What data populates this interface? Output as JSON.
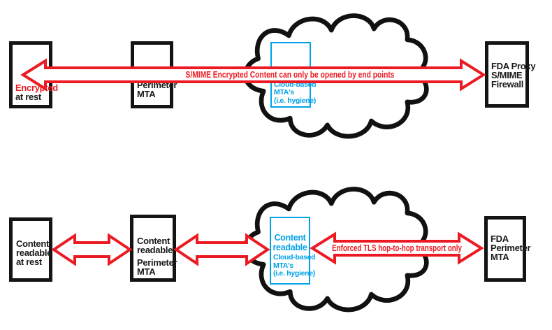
{
  "colors": {
    "arrow_red": "#EC1B23",
    "cloud_mta_cyan": "#00A2E8",
    "box_black": "#141414"
  },
  "top_row": {
    "endpoint_box": {
      "encrypted": "Encrypted",
      "at_rest": "at rest"
    },
    "perimeter_box": {
      "lines": [
        "Perimeter",
        "MTA"
      ]
    },
    "cloud_box": {
      "lines": [
        "Cloud-based",
        "MTA's",
        "(i.e. hygiene)"
      ]
    },
    "fda_box": {
      "lines": [
        "FDA Proxy",
        "S/MIME",
        "Firewall"
      ]
    },
    "arrow_label": "S/MIME Encrypted Content can only be opened by end points"
  },
  "bottom_row": {
    "endpoint_box": {
      "lines": [
        "Content",
        "readable",
        "at rest"
      ]
    },
    "perimeter_box": {
      "lines": [
        "Content",
        "readable",
        "Perimeter",
        "MTA"
      ]
    },
    "cloud_box": {
      "readable_lines": [
        "Content",
        "readable"
      ],
      "lines": [
        "Cloud-based",
        "MTA's",
        "(i.e. hygiene)"
      ]
    },
    "fda_box": {
      "lines": [
        "FDA",
        "Perimeter",
        "MTA"
      ]
    },
    "arrow_label": "Enforced TLS hop-to-hop transport only"
  }
}
